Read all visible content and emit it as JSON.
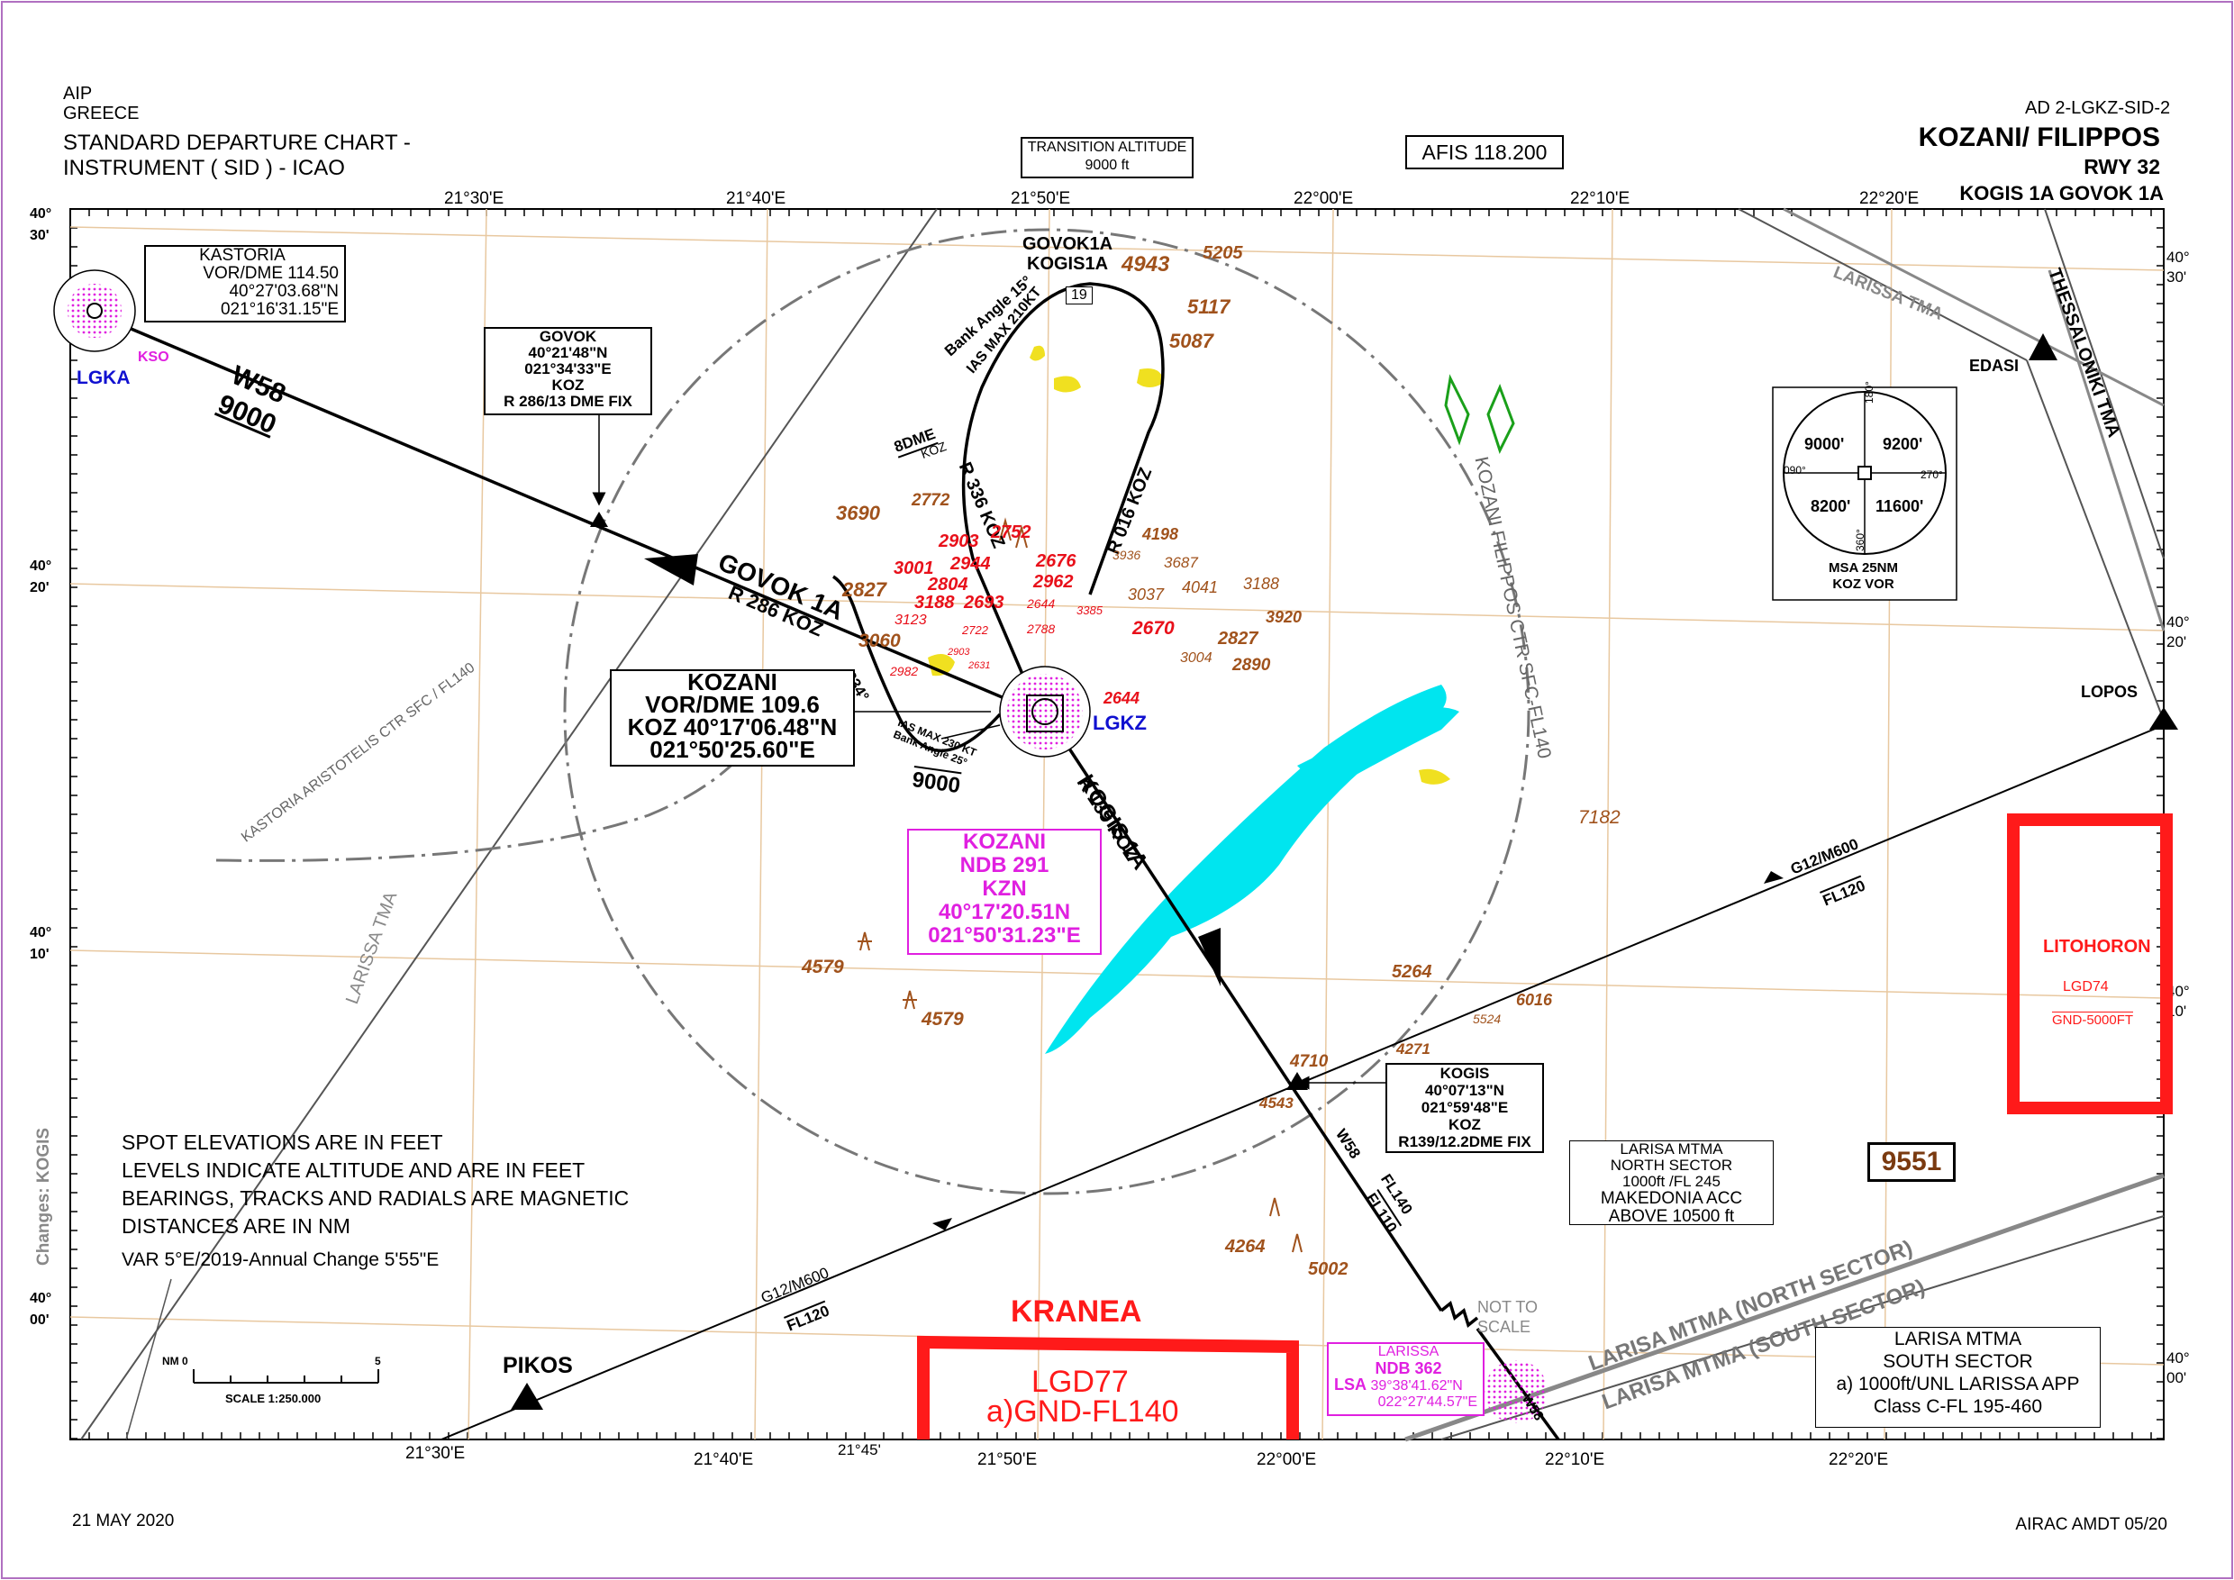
{
  "header": {
    "aip": "AIP",
    "country": "GREECE",
    "doc_ref": "AD 2-LGKZ-SID-2",
    "chart_type_line1": "STANDARD DEPARTURE CHART -",
    "chart_type_line2": "INSTRUMENT ( SID ) - ICAO",
    "transition_label": "TRANSITION ALTITUDE",
    "transition_value": "9000 ft",
    "afis": "AFIS  118.200",
    "airport": "KOZANI/ FILIPPOS",
    "runway": "RWY 32",
    "procedures": "KOGIS 1A  GOVOK 1A"
  },
  "grid": {
    "top_longitudes": [
      "21°30'E",
      "21°40'E",
      "21°50'E",
      "22°00'E",
      "22°10'E",
      "22°20'E"
    ],
    "bottom_longitudes": [
      "21°30'E",
      "21°40'E",
      "21°45'",
      "21°50'E",
      "22°00'E",
      "22°10'E",
      "22°20'E"
    ],
    "left_latitudes": [
      [
        "40°",
        "30'"
      ],
      [
        "40°",
        "20'"
      ],
      [
        "40°",
        "10'"
      ],
      [
        "40°",
        "00'"
      ]
    ],
    "right_latitudes": [
      [
        "40°",
        "30'"
      ],
      [
        "40°",
        "20'"
      ],
      [
        "40°",
        "10'"
      ],
      [
        "40°",
        "00'"
      ]
    ]
  },
  "kastoria": {
    "name": "KASTORIA",
    "vor": "VOR/DME 114.50",
    "lat": "40°27'03.68\"N",
    "lon": "021°16'31.15\"E",
    "ndb_ident": "KSO",
    "icao": "LGKA"
  },
  "govok": {
    "name": "GOVOK",
    "lat": "40°21'48\"N",
    "lon": "021°34'33\"E",
    "ref": "KOZ",
    "fix": "R 286/13 DME  FIX"
  },
  "kozani_vor": {
    "name": "KOZANI",
    "freq": "VOR/DME 109.6",
    "lat": "KOZ 40°17'06.48\"N",
    "lon": "021°50'25.60\"E",
    "icao": "LGKZ"
  },
  "kozani_ndb": {
    "name": "KOZANI",
    "freq": "NDB 291",
    "ident": "KZN",
    "lat": "40°17'20.51N",
    "lon": "021°50'31.23\"E"
  },
  "kogis": {
    "name": "KOGIS",
    "lat": "40°07'13\"N",
    "lon": "021°59'48\"E",
    "ref": "KOZ",
    "fix": "R139/12.2DME  FIX"
  },
  "larissa_ndb": {
    "name": "LARISSA",
    "freq": "NDB 362",
    "ident": "LSA",
    "lat": "39°38'41.62\"N",
    "lon": "022°27'44.57\"E"
  },
  "routes": {
    "w58": "W58",
    "w58_alt": "9000",
    "govok1a": "GOVOK 1A",
    "r286": "R 286 KOZ",
    "kogis1a": "KOGIS 1A",
    "r139": "R 139 KOZ",
    "r336": "R 336 KOZ",
    "r016": "R 016 KOZ",
    "dme8": "8DME",
    "dme8_ref": "KOZ",
    "hold_title_1": "GOVOK1A",
    "hold_title_2": "KOGIS1A",
    "bank15": "Bank Angle 15°",
    "ias210": "IAS MAX 210KT",
    "dme19": "19",
    "ias230": "IAS MAX 230 KT",
    "bank25": "Bank Angle 25°",
    "trk334": "334°",
    "alt9000_b": "9000",
    "g12_upper": "G12/M600",
    "fl120_upper": "FL120",
    "g12_lower": "G12/M600",
    "fl120_lower": "FL120",
    "w58_lower": "W58",
    "fl140": "FL140",
    "fl110": "FL110",
    "w58_bottom": "W58"
  },
  "airspace": {
    "larissa_tma_top": "LARISSA TMA",
    "thessaloniki_tma": "THESSALONIKI TMA",
    "kozani_ctr": "KOZANI FILIPPOS CTR SFC-FL140",
    "kastoria_ctr": "KASTORIA ARISTOTELIS CTR SFC / FL140",
    "larissa_tma_left": "LARISSA TMA",
    "mtma_north": "LARISA MTMA (NORTH SECTOR)",
    "mtma_south": "LARISA MTMA (SOUTH SECTOR)",
    "not_to_scale_1": "NOT TO",
    "not_to_scale_2": "SCALE"
  },
  "waypoints": {
    "edasi": "EDASI",
    "lopos": "LOPOS",
    "pikos": "PIKOS"
  },
  "msa": {
    "ne": "9200'",
    "nw": "9000'",
    "sw": "8200'",
    "se": "11600'",
    "b180": "180°",
    "b270": "270°",
    "b090": "090°",
    "b360": "360°",
    "caption1": "MSA 25NM",
    "caption2": "KOZ  VOR"
  },
  "restricted": {
    "litohoron": "LITOHORON",
    "lgd74": "LGD74",
    "lgd74_limits": "GND-5000FT",
    "kranea": "KRANEA",
    "lgd77": "LGD77",
    "lgd77_limits": "a)GND-FL140"
  },
  "mtma_box": {
    "l1": "LARISA MTMA",
    "l2": "NORTH SECTOR",
    "l3": "1000ft /FL 245",
    "l4": "MAKEDONIA ACC",
    "l5": "ABOVE 10500 ft"
  },
  "south_box": {
    "l1": "LARISA MTMA",
    "l2": "SOUTH SECTOR",
    "l3": "a) 1000ft/UNL  LARISSA APP",
    "l4": "Class C-FL 195-460"
  },
  "max_elev": "9551",
  "notes": {
    "n1": "SPOT ELEVATIONS ARE IN FEET",
    "n2": "LEVELS INDICATE ALTITUDE AND ARE IN FEET",
    "n3": "BEARINGS, TRACKS AND RADIALS ARE MAGNETIC",
    "n4": "DISTANCES ARE IN NM",
    "n5": "VAR 5°E/2019-Annual Change 5'55\"E"
  },
  "scale": {
    "nm": "NM 0",
    "five": "5",
    "label": "SCALE 1:250.000"
  },
  "changes": "Changes: KOGIS",
  "footer": {
    "date": "21 MAY 2020",
    "amdt": "AIRAC AMDT 05/20"
  },
  "elevations_brown": [
    "4943",
    "5205",
    "5117",
    "5087",
    "3690",
    "2772",
    "2827",
    "3060",
    "4198",
    "3936",
    "3687",
    "3037",
    "4041",
    "3188",
    "3920",
    "2827",
    "3004",
    "2890",
    "7182",
    "5264",
    "6016",
    "5524",
    "4271",
    "4710",
    "4543",
    "4264",
    "5002",
    "4579",
    "4579"
  ],
  "elevations_red": [
    "2903",
    "2752",
    "2676",
    "3001",
    "2944",
    "2804",
    "2962",
    "3188",
    "2693",
    "2644",
    "2670",
    "2644",
    "3385",
    "3123",
    "2722",
    "2788",
    "2982",
    "2903",
    "2631"
  ],
  "colors": {
    "magenta": "#e020e0",
    "brown": "#a0521c",
    "red": "#e8101a",
    "lake": "#00e5ef",
    "restricted": "#ff1a1a",
    "grey": "#777777",
    "blue": "#1010d0"
  }
}
